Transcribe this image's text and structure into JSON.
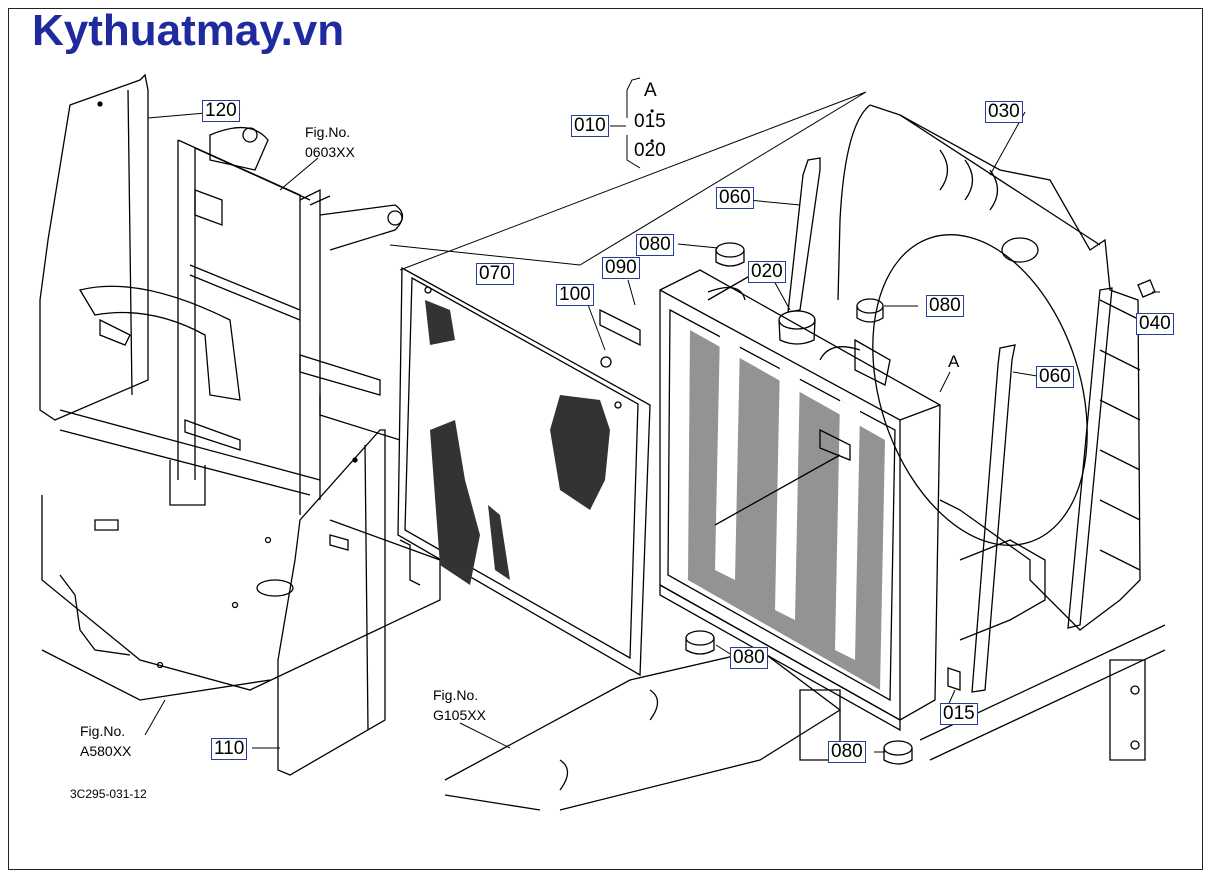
{
  "watermark": "Kythuatmay.vn",
  "callouts": {
    "p120": "120",
    "p010": "010",
    "p030": "030",
    "p060a": "060",
    "p080a": "080",
    "p020": "020",
    "p090": "090",
    "p070": "070",
    "p100": "100",
    "p080b": "080",
    "p040": "040",
    "p060b": "060",
    "p080c": "080",
    "p015": "015",
    "p080d": "080",
    "p110": "110"
  },
  "group_010": {
    "a": "A",
    "i1": "015",
    "i2": "020"
  },
  "fig_refs": {
    "top": {
      "label": "Fig.No.",
      "no": "0603XX"
    },
    "bottom_left": {
      "label": "Fig.No.",
      "no": "A580XX"
    },
    "bottom_mid": {
      "label": "Fig.No.",
      "no": "G105XX"
    }
  },
  "marker_a": "A",
  "drawing_code": "3C295-031-12",
  "colors": {
    "watermark": "#1f2a9e",
    "callout_border": "#2a3c9a",
    "line": "#000000"
  }
}
